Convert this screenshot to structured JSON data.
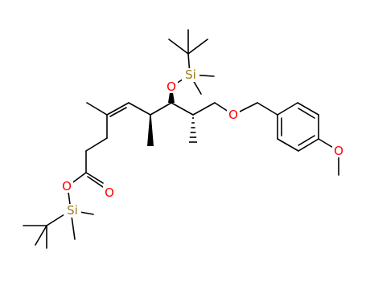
{
  "colors": {
    "bond": "#000000",
    "oxygen": "#ff0000",
    "silicon": "#9a7b1a"
  },
  "atoms": {
    "si_top": "Si",
    "o_top": "O",
    "o_ether": "O",
    "o_methoxy": "O",
    "o_carbonyl": "O",
    "o_ester": "O",
    "si_bottom": "Si"
  }
}
